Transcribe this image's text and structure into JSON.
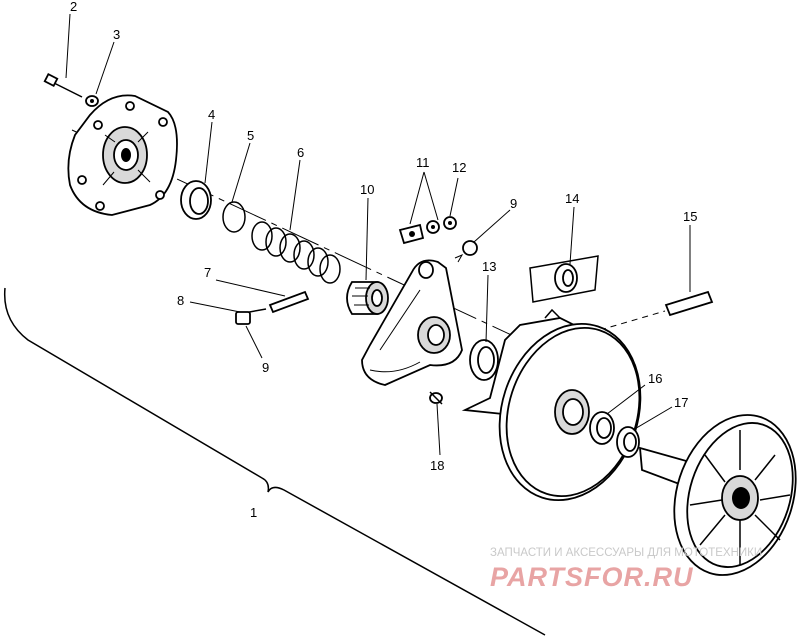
{
  "diagram": {
    "callouts": [
      "1",
      "2",
      "3",
      "4",
      "5",
      "6",
      "7",
      "8",
      "9",
      "9",
      "10",
      "11",
      "12",
      "13",
      "14",
      "15",
      "16",
      "17",
      "18"
    ]
  },
  "watermark": {
    "caption": "ЗАПЧАСТИ И АКСЕССУАРЫ ДЛЯ МОТОТЕХНИКИ",
    "logo": "PARTSFOR.RU"
  }
}
